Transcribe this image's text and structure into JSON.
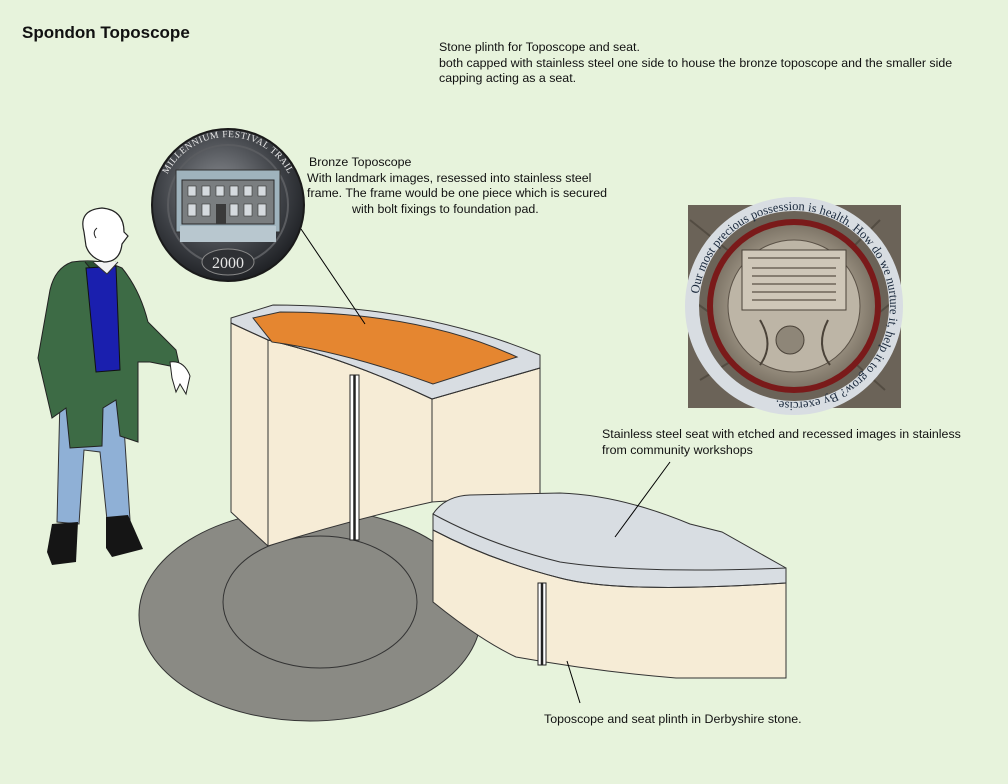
{
  "title": "Spondon Toposcope",
  "intro": {
    "lines": [
      "Stone plinth for Toposcope and seat.",
      "both capped with stainless steel one side to house the bronze toposcope and the smaller side",
      "capping acting as a seat."
    ]
  },
  "bronze_note": {
    "lines": [
      "Bronze Toposcope",
      "With landmark images, resessed into stainless steel",
      "frame. The frame would be one piece which is secured",
      "with bolt fixings to foundation pad."
    ]
  },
  "seat_note": {
    "lines": [
      "Stainless steel seat with etched and recessed images in stainless",
      "from community workshops"
    ]
  },
  "plinth_note": {
    "lines": [
      "Toposcope and seat plinth in Derbyshire stone."
    ]
  },
  "medallion_left": {
    "top_text": "MILLENNIUM FESTIVAL TRAIL",
    "year": "2000"
  },
  "medallion_right": {
    "ring_text": "Our most precious possession is health. How do we nurture it, help it to grow? By exercise."
  },
  "colors": {
    "background": "#e7f3dc",
    "stone": "#f6ecd6",
    "steel": "#d8dde2",
    "bronze_top": "#e58630",
    "paving": "#8a8a84",
    "coat": "#3d6b45",
    "sweater": "#1a1fae",
    "jeans": "#8fb0d6"
  }
}
